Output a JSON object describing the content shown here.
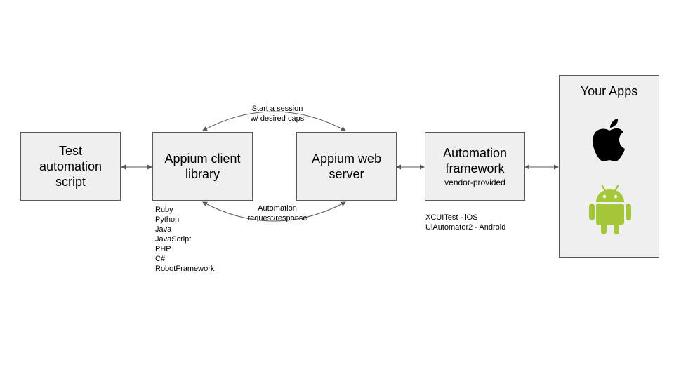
{
  "boxes": {
    "test_script": {
      "title": "Test\nautomation\nscript"
    },
    "client_library": {
      "title": "Appium client\nlibrary"
    },
    "web_server": {
      "title": "Appium web\nserver"
    },
    "automation_framework": {
      "title": "Automation\nframework",
      "subtitle": "vendor-provided"
    },
    "your_apps": {
      "title": "Your Apps"
    }
  },
  "edges": {
    "session_label_line1": "Start a session",
    "session_label_line2": "w/ desired caps",
    "request_label_line1": "Automation",
    "request_label_line2": "request/response"
  },
  "client_languages": [
    "Ruby",
    "Python",
    "Java",
    "JavaScript",
    "PHP",
    "C#",
    "RobotFramework"
  ],
  "frameworks": [
    "XCUITest - iOS",
    "UiAutomator2 - Android"
  ],
  "icons": {
    "ios": "apple-icon",
    "android": "android-icon"
  },
  "colors": {
    "box_fill": "#efefef",
    "box_border": "#595959",
    "android_green": "#a4c639",
    "apple_black": "#000000"
  }
}
